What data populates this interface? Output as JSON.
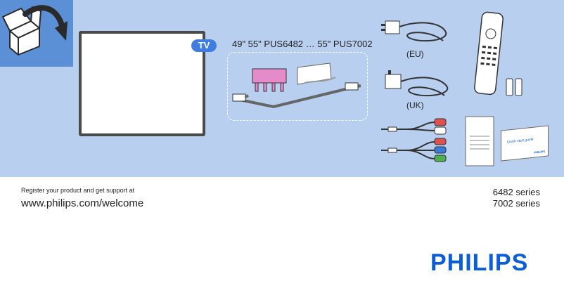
{
  "tv_badge": "TV",
  "model_text": "49\" 55\" PUS6482 … 55\" PUS7002",
  "labels": {
    "eu": "(EU)",
    "uk": "(UK)",
    "quick_start": "Quick start guide",
    "philips_small": "PHILIPS"
  },
  "register_text": "Register your product and get support at",
  "url": "www.philips.com/welcome",
  "series": [
    "6482 series",
    "7002 series"
  ],
  "brand": "PHILIPS",
  "colors": {
    "band": "#b9cff0",
    "box_corner": "#5b8fd6",
    "tv_badge": "#3f7ee0",
    "brand_blue": "#0b5ed7"
  },
  "icons": [
    "box-open-icon",
    "arrow-icon",
    "tv-screen-icon",
    "stand-icon",
    "power-cable-eu-icon",
    "power-cable-uk-icon",
    "remote-icon",
    "battery-icon",
    "av-cable-icon",
    "component-cable-icon",
    "manual-icon",
    "quick-start-guide-icon"
  ]
}
